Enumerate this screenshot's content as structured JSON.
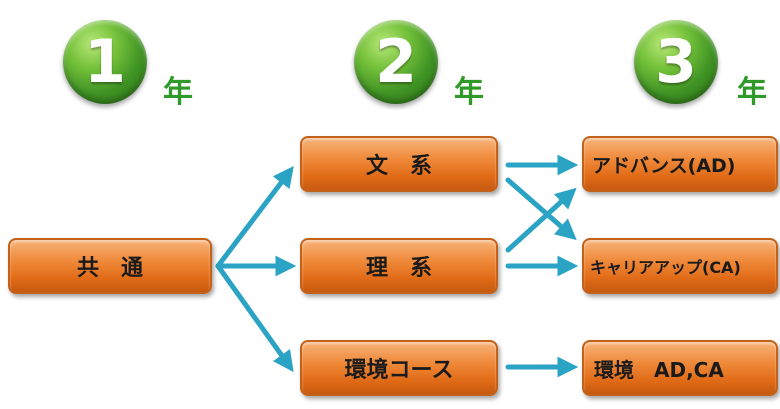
{
  "years": [
    {
      "number": "1",
      "suffix": "年"
    },
    {
      "number": "2",
      "suffix": "年"
    },
    {
      "number": "3",
      "suffix": "年"
    }
  ],
  "boxes": {
    "common": "共　通",
    "humanities": "文　系",
    "science": "理　系",
    "environment": "環境コース",
    "advance": "アドバンス(AD)",
    "careerup": "キャリアアップ(CA)",
    "env_adca": "環境　AD,CA"
  },
  "colors": {
    "badge_green": "#4ea52a",
    "year_text_green": "#2f9a2a",
    "box_orange": "#e8791f",
    "arrow_teal": "#2aa3c4"
  }
}
